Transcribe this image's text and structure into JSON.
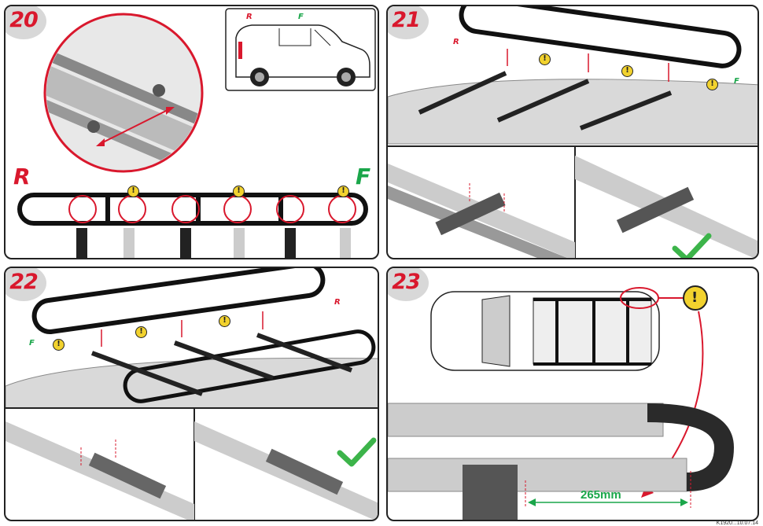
{
  "steps": {
    "s20": {
      "number": "20",
      "rear": "R",
      "front": "F"
    },
    "s21": {
      "number": "21",
      "rear": "R",
      "front": "F"
    },
    "s22": {
      "number": "22",
      "rear": "R",
      "front": "F"
    },
    "s23": {
      "number": "23",
      "measurement": "265mm"
    }
  },
  "warning_symbol": "!",
  "footer_code": "K1920...10.07.14",
  "colors": {
    "red": "#d9182d",
    "green": "#1aa64a",
    "warning": "#f2d22e",
    "check": "#3cb44a"
  }
}
